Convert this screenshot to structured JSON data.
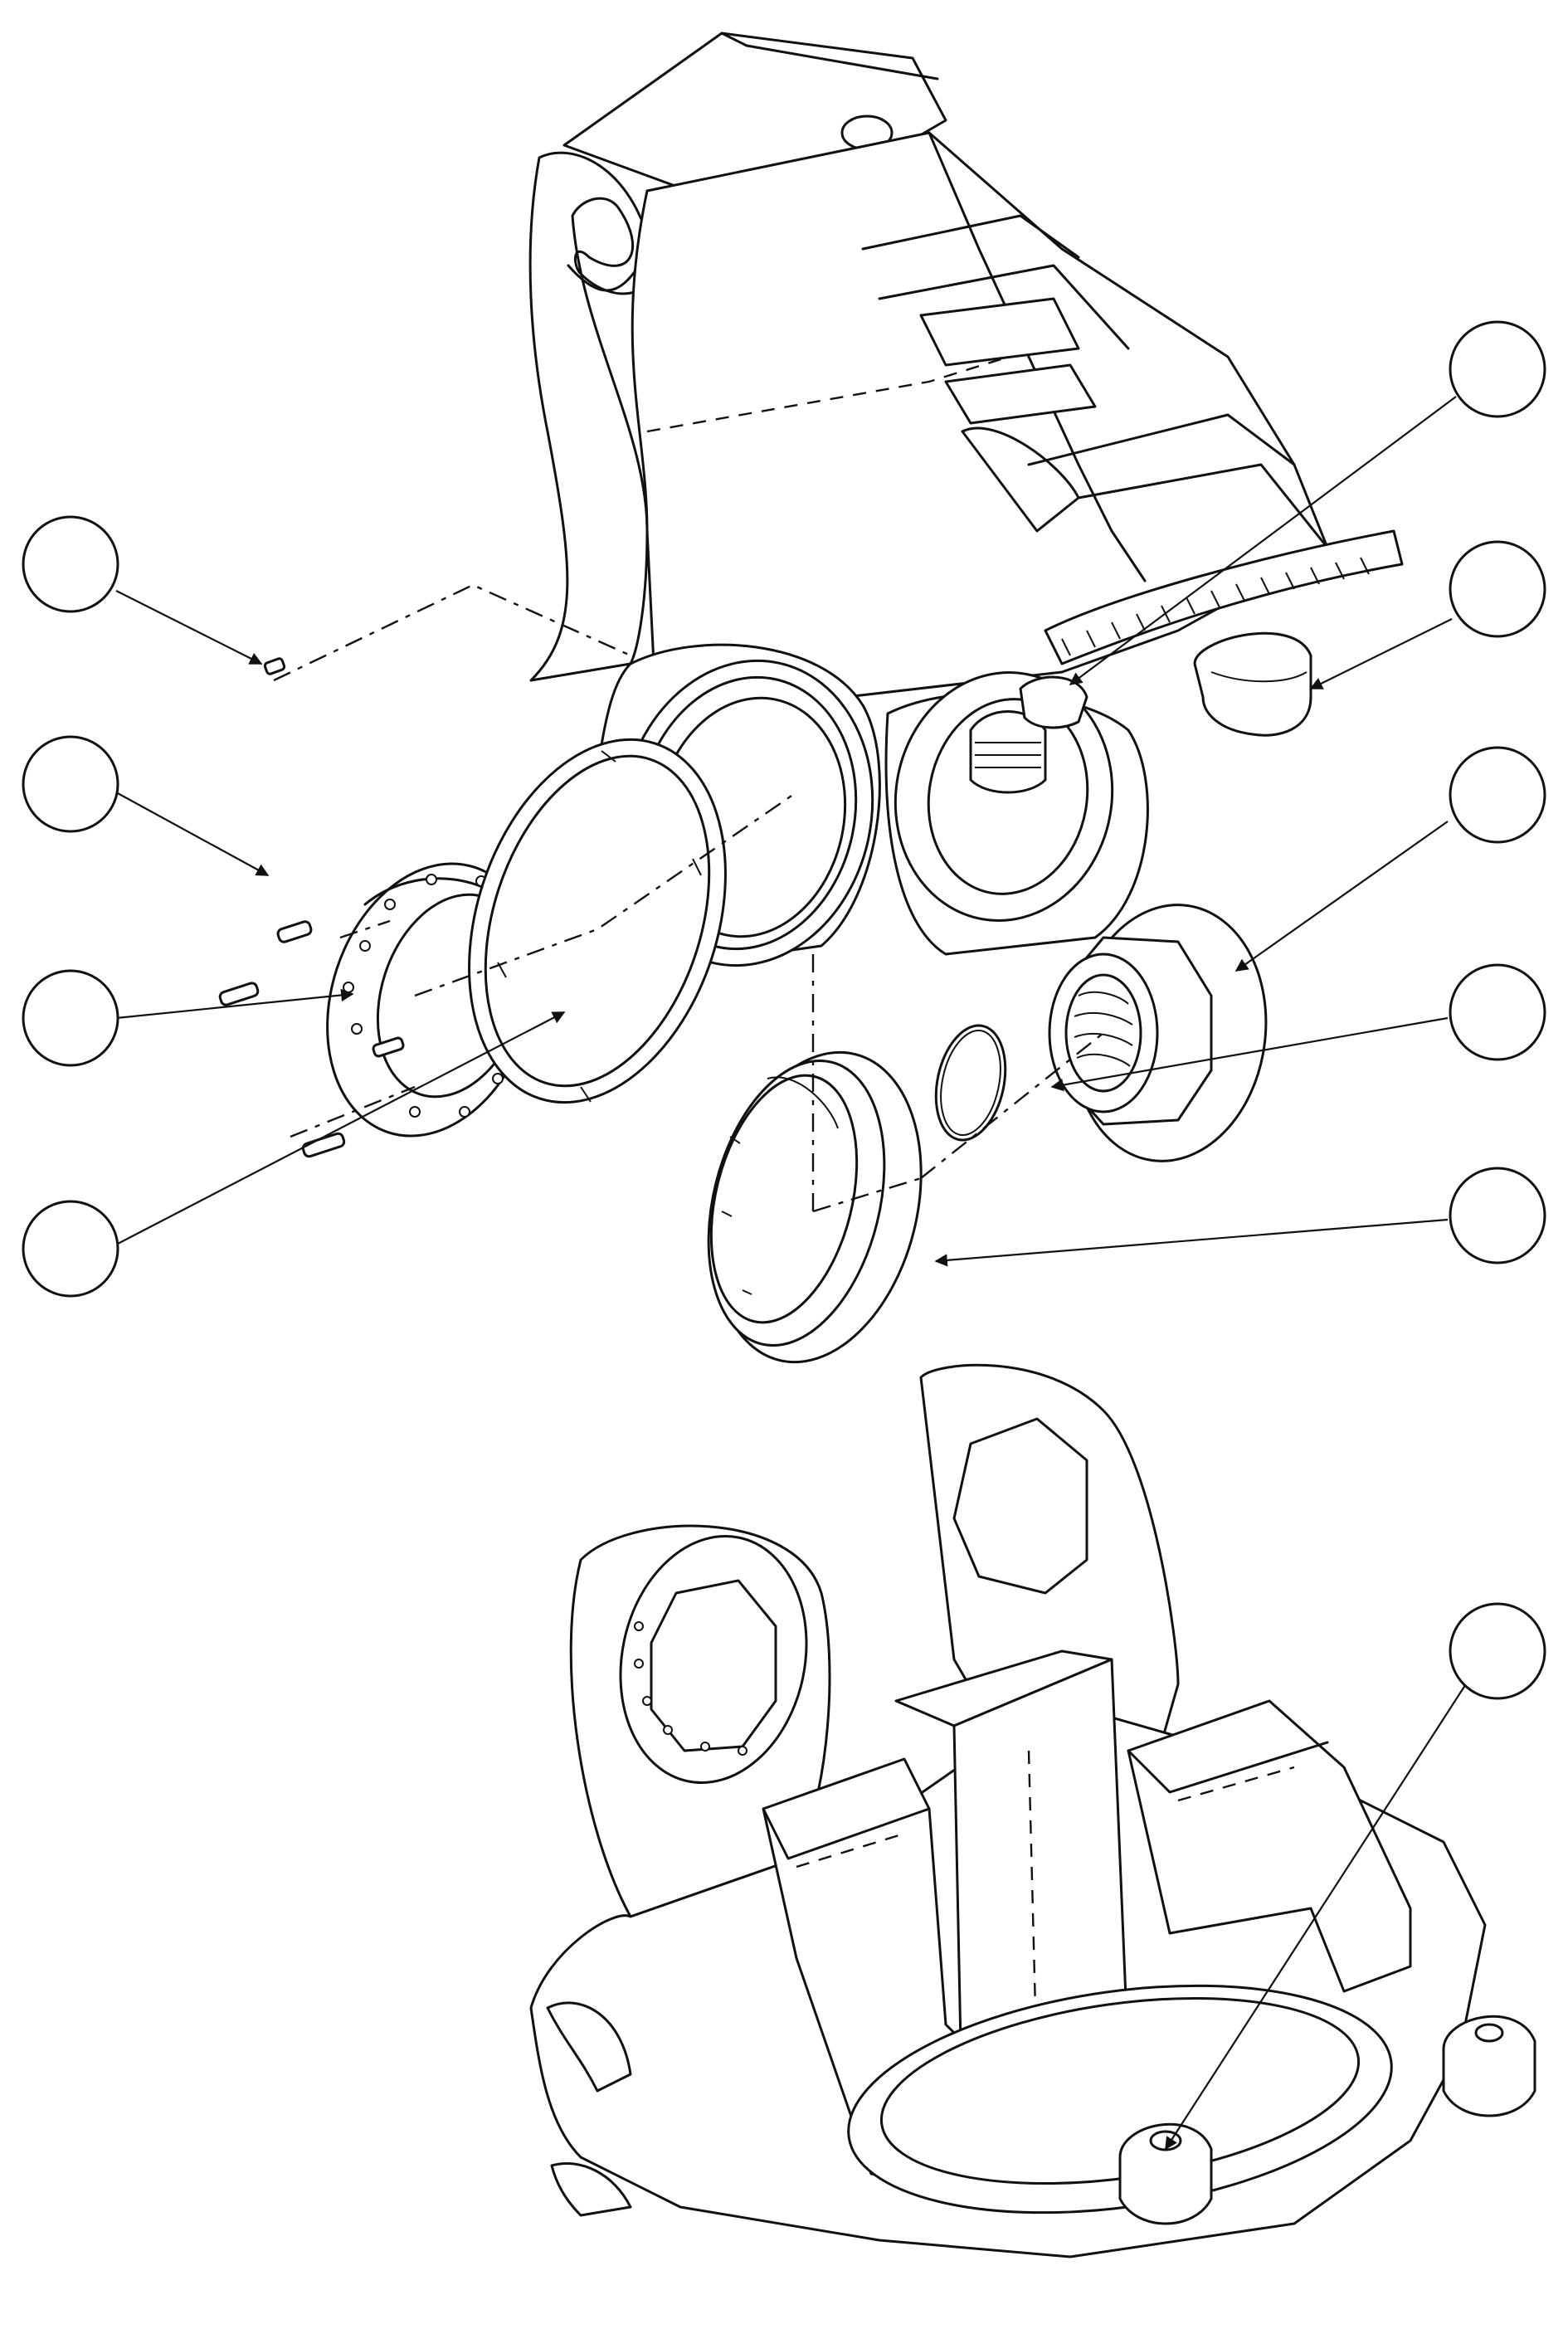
{
  "drawing": {
    "callouts": [
      {
        "id": "callout-1",
        "label": ""
      },
      {
        "id": "callout-2",
        "label": ""
      },
      {
        "id": "callout-3",
        "label": ""
      },
      {
        "id": "callout-4",
        "label": ""
      },
      {
        "id": "callout-5",
        "label": ""
      },
      {
        "id": "callout-6",
        "label": ""
      },
      {
        "id": "callout-7",
        "label": ""
      },
      {
        "id": "callout-8",
        "label": ""
      },
      {
        "id": "callout-9",
        "label": ""
      },
      {
        "id": "callout-10",
        "label": ""
      }
    ]
  }
}
